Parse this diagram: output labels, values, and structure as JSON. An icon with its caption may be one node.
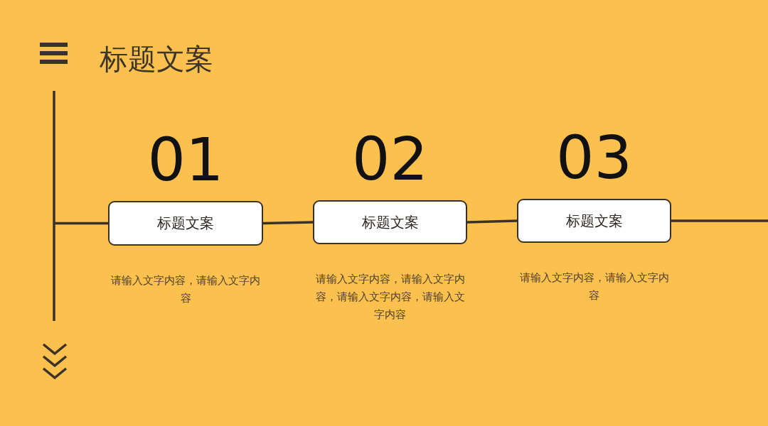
{
  "diagram": {
    "title": "标题文案",
    "nodes": [
      {
        "text": [
          "标题文案"
        ],
        "beside": [
          "01",
          "请输入文字内容，请输入文字内容"
        ]
      },
      {
        "text": [
          "标题文案"
        ],
        "beside": [
          "02",
          "请输入文字内容，请输入文字内容，请输入文字内容，请输入文字内容"
        ]
      },
      {
        "text": [
          "标题文案"
        ],
        "beside": [
          "03",
          "请输入文字内容，请输入文字内容"
        ]
      }
    ],
    "edges": [
      {
        "from": null,
        "to": 0,
        "arrow": "none"
      },
      {
        "from": 0,
        "to": 1,
        "arrow": "none"
      },
      {
        "from": 1,
        "to": 2,
        "arrow": "none"
      },
      {
        "from": 2,
        "to": null,
        "arrow": "none"
      }
    ]
  }
}
